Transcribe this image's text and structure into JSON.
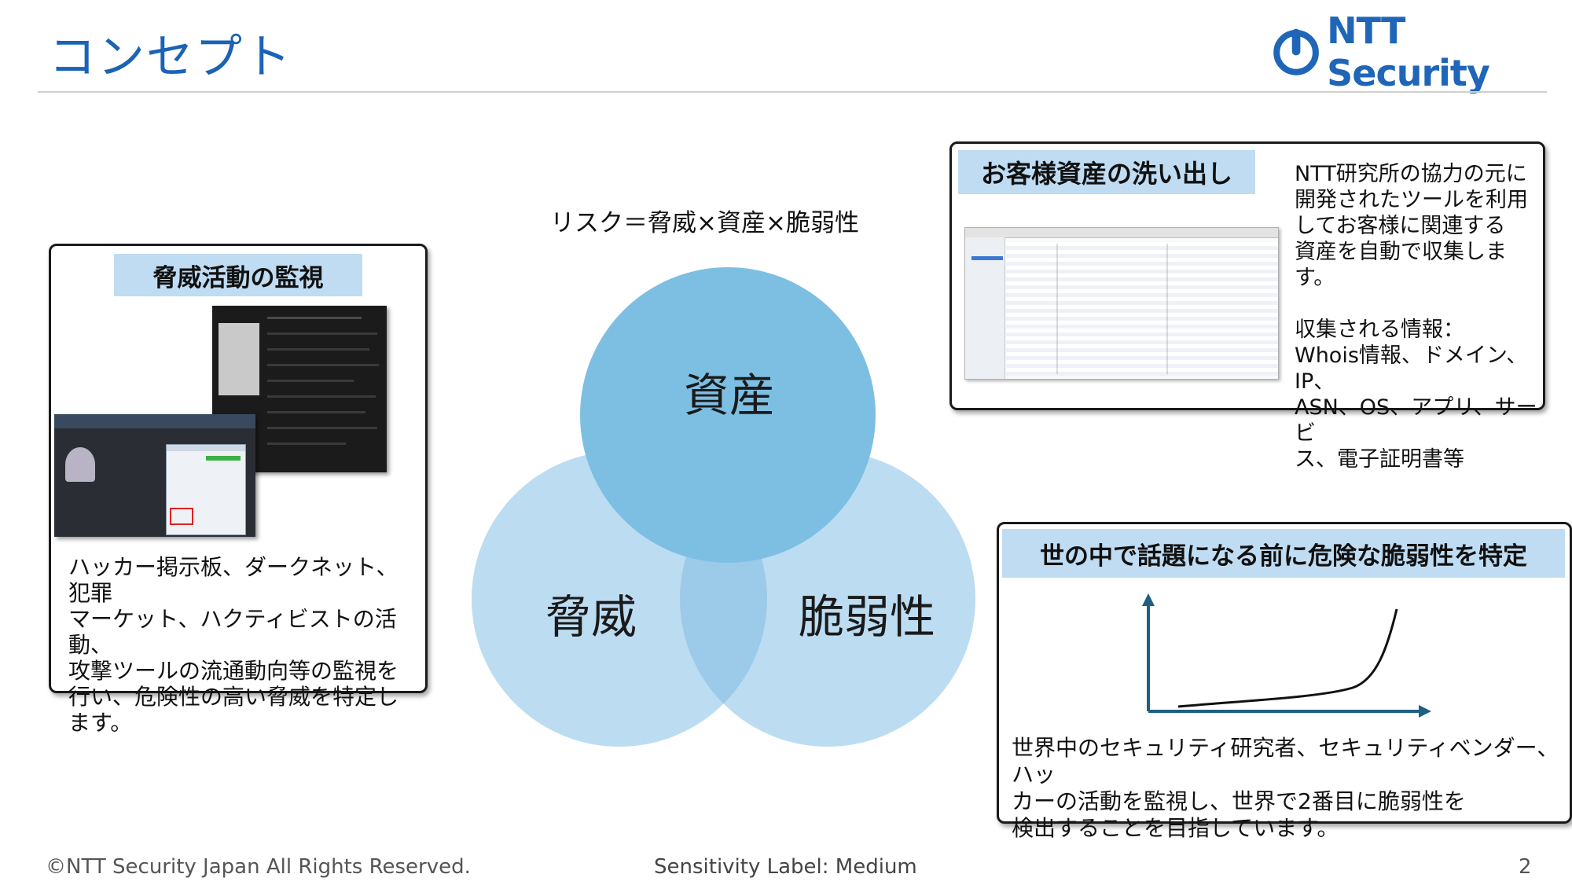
{
  "header": {
    "title": "コンセプト",
    "logo_text": "NTT Security"
  },
  "formula": "リスク＝脅威×資産×脆弱性",
  "venn": {
    "top": "資産",
    "left": "脅威",
    "right": "脆弱性",
    "colors": {
      "top": "#7dbfe2",
      "bottom": "#bcdcf2",
      "overlap": "#9bcbe9"
    }
  },
  "threat_box": {
    "header": "脅威活動の監視",
    "text": [
      "ハッカー掲示板、ダークネット、犯罪",
      "マーケット、ハクティビストの活動、",
      "攻撃ツールの流通動向等の監視を",
      "行い、危険性の高い脅威を特定し",
      "ます。"
    ]
  },
  "asset_box": {
    "header": "お客様資産の洗い出し",
    "text": [
      "NTT研究所の協力の元に",
      "開発されたツールを利用",
      "してお客様に関連する",
      "資産を自動で収集します。",
      "",
      "収集される情報：",
      "Whois情報、ドメイン、IP、",
      "ASN、OS、アプリ、サービ",
      "ス、電子証明書等"
    ]
  },
  "vuln_box": {
    "header": "世の中で話題になる前に危険な脆弱性を特定",
    "text": [
      "世界中のセキュリティ研究者、セキュリティベンダー、ハッ",
      "カーの活動を監視し、世界で2番目に脆弱性を",
      "検出することを目指しています。"
    ]
  },
  "footer": {
    "copyright": "©NTT Security Japan All Rights Reserved.",
    "sensitivity": "Sensitivity Label: Medium",
    "page": "2"
  },
  "accent": "#1a63b6"
}
